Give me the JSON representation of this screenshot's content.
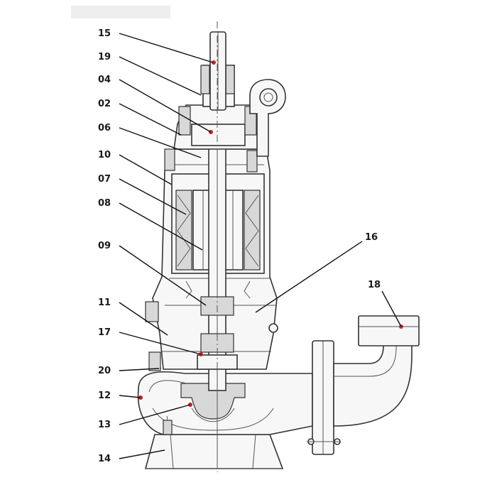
{
  "diagram": {
    "callouts": [
      {
        "id": "c15a",
        "text": "15"
      },
      {
        "id": "c19",
        "text": "19"
      },
      {
        "id": "c04",
        "text": "04"
      },
      {
        "id": "c02",
        "text": "02"
      },
      {
        "id": "c06",
        "text": "06"
      },
      {
        "id": "c10",
        "text": "10"
      },
      {
        "id": "c07",
        "text": "07"
      },
      {
        "id": "c08",
        "text": "08"
      },
      {
        "id": "c09",
        "text": "09"
      },
      {
        "id": "c11",
        "text": "11"
      },
      {
        "id": "c17",
        "text": "17"
      },
      {
        "id": "c20",
        "text": "20"
      },
      {
        "id": "c12",
        "text": "12"
      },
      {
        "id": "c13",
        "text": "13"
      },
      {
        "id": "c14",
        "text": "14"
      },
      {
        "id": "c16",
        "text": "16"
      },
      {
        "id": "c18",
        "text": "18"
      }
    ]
  }
}
